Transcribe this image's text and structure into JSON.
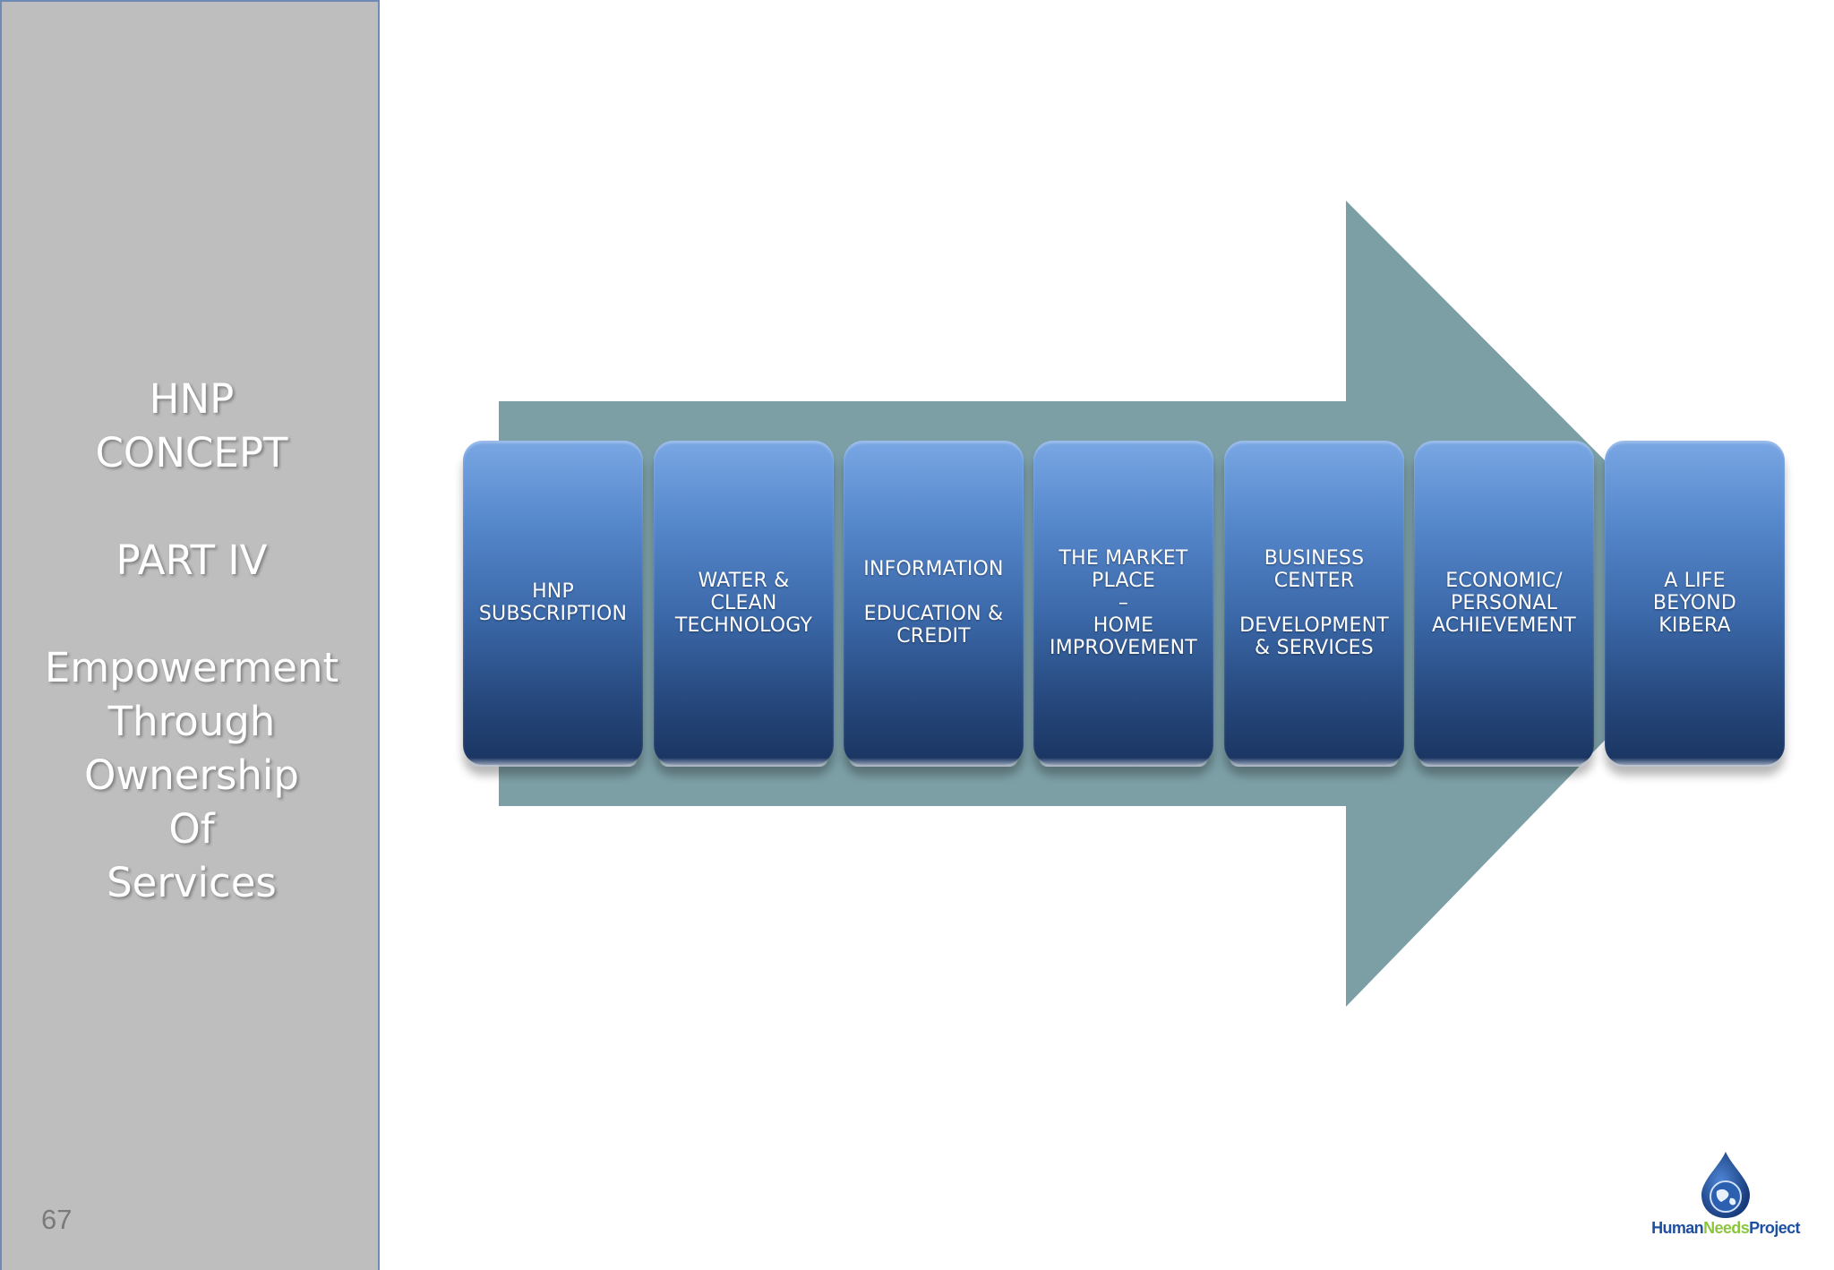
{
  "slide": {
    "title_lines": [
      "HNP",
      "CONCEPT"
    ],
    "part": "PART IV",
    "subtitle_lines": [
      "Empowerment",
      "Through",
      "Ownership",
      "Of",
      "Services"
    ],
    "page_number": "67"
  },
  "steps": [
    "HNP\nSUBSCRIPTION",
    "WATER &\nCLEAN\nTECHNOLOGY",
    "INFORMATION\n\nEDUCATION &\nCREDIT",
    "THE MARKET\nPLACE\n–\nHOME\nIMPROVEMENT",
    "BUSINESS\nCENTER\n\nDEVELOPMENT\n& SERVICES",
    "ECONOMIC/\nPERSONAL\nACHIEVEMENT",
    "A LIFE\nBEYOND\nKIBERA"
  ],
  "logo": {
    "word1": "Human",
    "word2": "Needs",
    "word3": "Project"
  },
  "colors": {
    "sidebar": "#bebebe",
    "arrow": "#7c9fa6",
    "step_top": "#7aa7e4",
    "step_bottom": "#1a3460",
    "logo_blue": "#1f4fa0",
    "logo_green": "#8cc63f"
  }
}
